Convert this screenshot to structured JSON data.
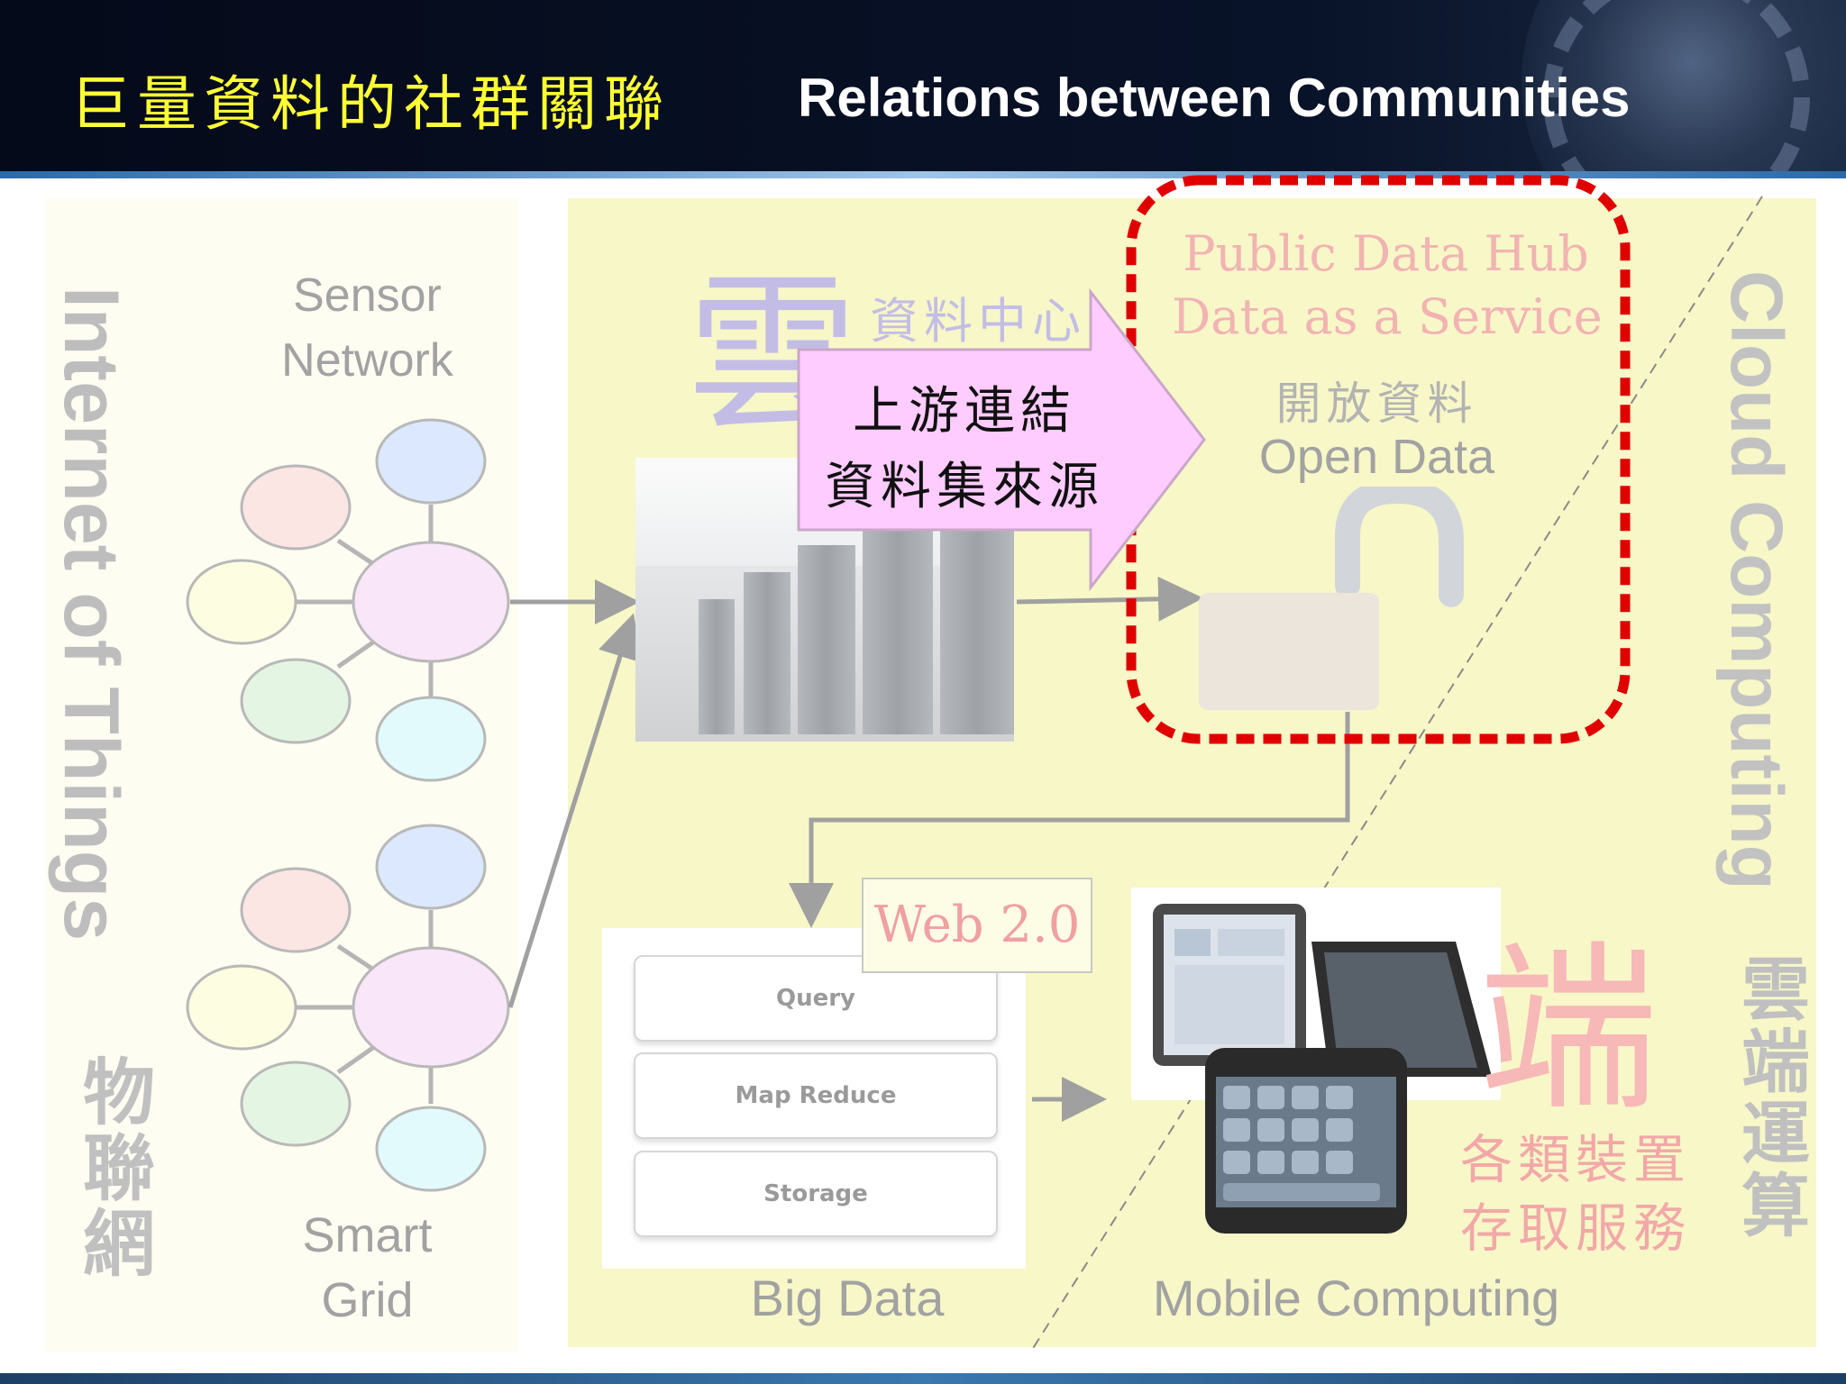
{
  "header": {
    "title_cn": "巨量資料的社群關聯",
    "title_en": "Relations between Communities"
  },
  "iot": {
    "vertical_label_en": "Internet of Things",
    "vertical_label_cn": "物聯網",
    "sensor_line1": "Sensor",
    "sensor_line2": "Network",
    "smartgrid_line1": "Smart",
    "smartgrid_line2": "Grid"
  },
  "cloud": {
    "big_char": "雲",
    "datacenter_label": "資料中心",
    "vertical_label_en": "Cloud Computing",
    "vertical_label_cn": "雲端運算"
  },
  "callout": {
    "line1": "上游連結",
    "line2": "資料集來源"
  },
  "open_data": {
    "hub_line1": "Public Data Hub",
    "hub_line2": "Data as a Service",
    "label_cn": "開放資料",
    "label_en": "Open Data"
  },
  "big_data": {
    "web_badge": "Web 2.0",
    "layers": [
      "Query",
      "Map Reduce",
      "Storage"
    ],
    "label": "Big Data"
  },
  "mobile": {
    "big_char": "端",
    "devices_line1": "各類裝置",
    "devices_line2": "存取服務",
    "label": "Mobile Computing"
  },
  "colors": {
    "header_bg": "#060c1e",
    "title_cn": "#ffff33",
    "title_en": "#ffffff",
    "highlight_dash": "#e00000",
    "callout_fill": "#ffccff",
    "cloud_bg": "#f7f7c8"
  }
}
